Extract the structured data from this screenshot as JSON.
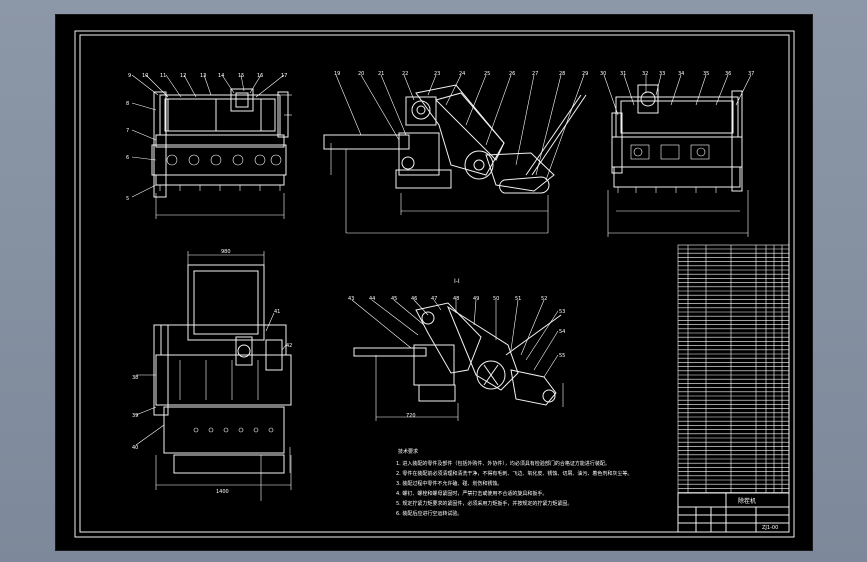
{
  "drawing": {
    "section_label": "I-I",
    "notes_title": "技术要求",
    "notes": [
      "1. 进入装配的零件及部件（包括外购件、外协件），均必须具有检验部门的合格证方能进行装配。",
      "2. 零件在装配前必须清理和清洗干净，不得有毛刺、飞边、氧化皮、锈蚀、切屑、油污、着色剂和灰尘等。",
      "3. 装配过程中零件不允许磕、碰、划伤和锈蚀。",
      "4. 螺钉、螺栓和螺母紧固时，严禁打击或使用不合适的旋具和扳手。",
      "5. 规定拧紧力矩要求的紧固件，必须采用力矩扳手，并按规定的拧紧力矩紧固。",
      "6. 装配后应进行空运转试验。"
    ],
    "title_block": {
      "name": "除茬机",
      "code": "ZJ1-00"
    }
  }
}
